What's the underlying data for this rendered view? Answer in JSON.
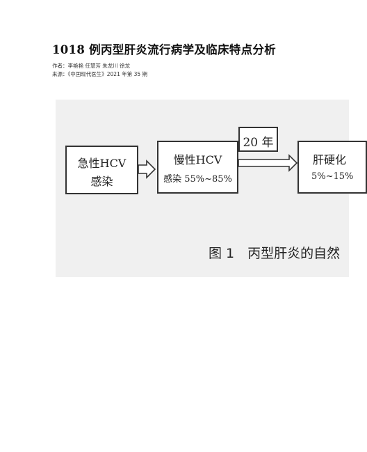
{
  "article": {
    "title": "1018 例丙型肝炎流行病学及临床特点分析",
    "authors": "作者：李艳艳 任慧芳 朱龙川 徐龙",
    "source": "来源：《中国现代医生》2021 年第 35 期"
  },
  "figure": {
    "box1": {
      "line1": "急性HCV",
      "line2": "感染"
    },
    "box2": {
      "line1": "慢性HCV",
      "line2": "感染 55%~85%"
    },
    "interval": "20 年",
    "box4": {
      "line1": "肝硬化",
      "line2": "5%~15%"
    },
    "caption": "图 1　丙型肝炎的自然"
  }
}
